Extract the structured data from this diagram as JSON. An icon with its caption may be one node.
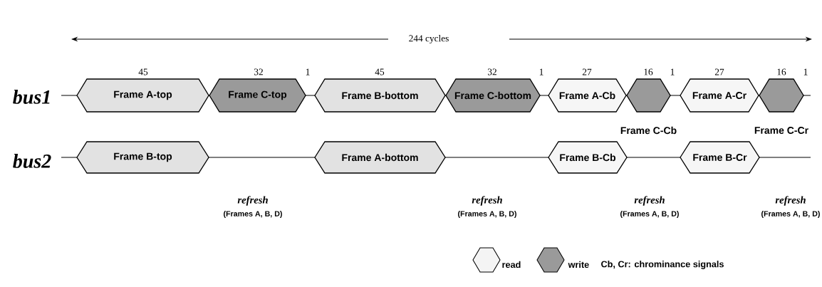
{
  "diagram": {
    "nodes": [
      {
        "text": [
          "Frame A-top"
        ],
        "beside": [
          "45"
        ]
      },
      {
        "text": [
          "Frame C-top"
        ],
        "beside": [
          "32"
        ]
      },
      {
        "text": [
          "Frame B-bottom"
        ],
        "beside": [
          "45"
        ]
      },
      {
        "text": [
          "Frame C-bottom"
        ],
        "beside": [
          "32"
        ]
      },
      {
        "text": [
          "Frame A-Cb"
        ],
        "beside": [
          "27"
        ]
      },
      {
        "text": [
          "Frame C-Cb"
        ],
        "beside": [
          "16"
        ]
      },
      {
        "text": [
          "Frame A-Cr"
        ],
        "beside": [
          "27"
        ]
      },
      {
        "text": [
          "Frame C-Cr"
        ],
        "beside": [
          "16"
        ]
      },
      {
        "text": [
          "Frame B-top"
        ]
      },
      {
        "text": [
          "Frame A-bottom"
        ]
      },
      {
        "text": [
          "Frame B-Cb"
        ]
      },
      {
        "text": [
          "Frame B-Cr"
        ]
      }
    ],
    "labels": [
      "244 cycles",
      "1",
      "1",
      "1",
      "1",
      "bus1",
      "bus2",
      "refresh",
      "(Frames A, B, D)",
      "refresh",
      "(Frames A, B, D)",
      "refresh",
      "(Frames A, B, D)",
      "refresh",
      "(Frames A, B, D)",
      "Cb, Cr: chrominance signals"
    ],
    "legend": [
      {
        "text": "read",
        "color": "#f4f4f4"
      },
      {
        "text": "write",
        "color": "#9a9a9a"
      }
    ]
  }
}
